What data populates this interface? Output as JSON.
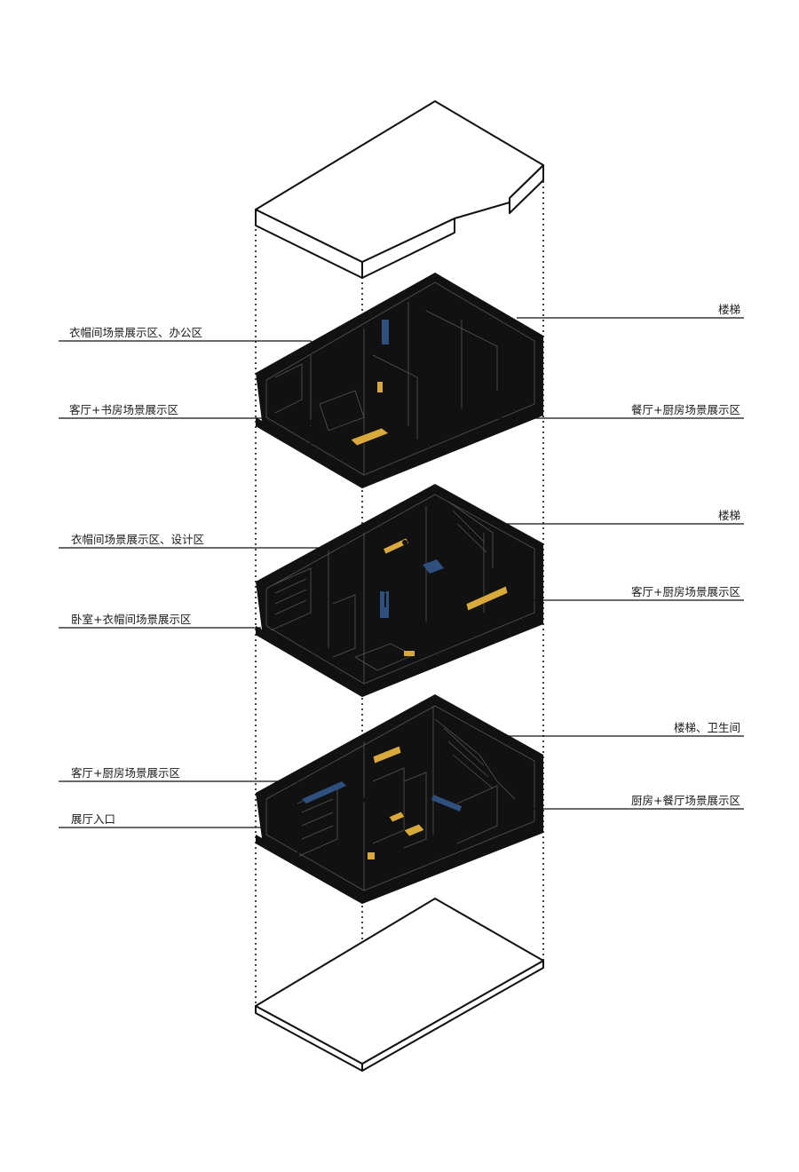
{
  "labels": {
    "floor3_left_1": "衣帽间场景展示区、办公区",
    "floor3_left_2": "客厅+书房场景展示区",
    "floor3_right_1": "楼梯",
    "floor3_right_2": "餐厅+厨房场景展示区",
    "floor2_left_1": "衣帽间场景展示区、设计区",
    "floor2_left_2": "卧室+衣帽间场景展示区",
    "floor2_right_1": "楼梯",
    "floor2_right_2": "客厅+厨房场景展示区",
    "floor1_left_1": "客厅+厨房场景展示区",
    "floor1_left_2": "展厅入口",
    "floor1_right_1": "楼梯、卫生间",
    "floor1_right_2": "厨房+餐厅场景展示区"
  },
  "colors": {
    "line": "#111111",
    "accent_wood": "#d9a93b",
    "accent_blue": "#2f4f7f"
  }
}
